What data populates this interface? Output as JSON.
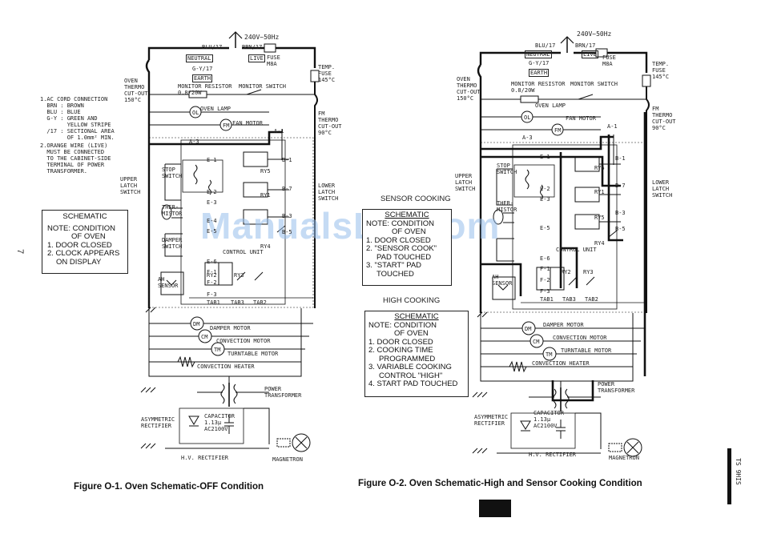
{
  "watermark": "ManualsLib.com",
  "page_mark": "7",
  "side_code": "TS 9HIS",
  "captions": {
    "fig1": "Figure O-1. Oven Schematic-OFF Condition",
    "fig2": "Figure O-2. Oven Schematic-High and Sensor Cooking Condition"
  },
  "notes": {
    "n1": "1.AC CORD CONNECTION\n  BRN : BROWN\n  BLU : BLUE\n  G-Y : GREEN AND\n        YELLOW STRIPE\n  /17 : SECTIONAL AREA\n        OF 1.0mm² MIN.",
    "n2": "2.ORANGE WIRE (LIVE)\n  MUST BE CONNECTED\n  TO THE CABINET-SIDE\n  TERMINAL OF POWER\n  TRANSFORMER."
  },
  "schematic_off": {
    "title": "SCHEMATIC",
    "lines": [
      "NOTE: CONDITION",
      "OF OVEN",
      "1. DOOR CLOSED",
      "2. CLOCK APPEARS",
      "ON DISPLAY"
    ]
  },
  "sensor_cooking": {
    "heading": "SENSOR COOKING",
    "title": "SCHEMATIC",
    "lines": [
      "NOTE: CONDITION",
      "OF OVEN",
      "1. DOOR CLOSED",
      "2. \"SENSOR COOK\"",
      "PAD TOUCHED",
      "3. \"START\" PAD",
      "TOUCHED"
    ]
  },
  "high_cooking": {
    "heading": "HIGH COOKING",
    "title": "SCHEMATIC",
    "lines": [
      "NOTE: CONDITION",
      "OF OVEN",
      "1. DOOR CLOSED",
      "2. COOKING TIME",
      "PROGRAMMED",
      "3. VARIABLE COOKING",
      "CONTROL \"HIGH\"",
      "4. START PAD TOUCHED"
    ]
  },
  "labels": {
    "supply": "240V~50Hz",
    "blu": "BLU/17",
    "brn": "BRN/17",
    "gy": "G-Y/17",
    "neutral": "NEUTRAL",
    "live": "LIVE",
    "earth": "EARTH",
    "fuse": "FUSE\nM8A",
    "temp_fuse": "TEMP.\nFUSE\n145°C",
    "oven_thermo": "OVEN\nTHERMO\nCUT-OUT\n150°C",
    "fm_thermo": "FM\nTHERMO\nCUT-OUT\n90°C",
    "monitor_resistor": "MONITOR RESISTOR\n0.8/20W",
    "monitor_switch": "MONITOR SWITCH",
    "oven_lamp": "OVEN LAMP",
    "fan_motor": "FAN MOTOR",
    "upper_latch": "UPPER\nLATCH\nSWITCH",
    "lower_latch": "LOWER\nLATCH\nSWITCH",
    "stop_switch": "STOP\nSWITCH",
    "thermistor": "THER-\nMISTOR",
    "damper_switch": "DAMPER\nSWITCH",
    "ah_sensor": "AH\nSENSOR",
    "control_unit": "CONTROL UNIT",
    "damper_motor": "DAMPER MOTOR",
    "convection_motor": "CONVECTION MOTOR",
    "turntable_motor": "TURNTABLE MOTOR",
    "convection_heater": "CONVECTION HEATER",
    "power_transformer": "POWER\nTRANSFORMER",
    "asym_rectifier": "ASYMMETRIC\nRECTIFIER",
    "capacitor": "CAPACITOR\n1.13µ\nAC2100V",
    "hv_rectifier": "H.V. RECTIFIER",
    "magnetron": "MAGNETRON",
    "tab1": "TAB1",
    "tab2": "TAB2",
    "tab3": "TAB3",
    "ry1": "RY1",
    "ry2": "RY2",
    "ry3": "RY3",
    "ry4": "RY4",
    "ry5": "RY5",
    "ry6": "RY6",
    "a1": "A-1",
    "a3": "A-3",
    "b1": "B-1",
    "b3": "B-3",
    "b5": "B-5",
    "b7": "B-7",
    "e1": "E-1",
    "e2": "E-2",
    "e3": "E-3",
    "e4": "E-4",
    "e5": "E-5",
    "e6": "E-6",
    "f1": "F-1",
    "f2": "F-2",
    "f3": "F-3",
    "ol": "OL",
    "fm": "FM",
    "dm": "DM",
    "cm": "CM",
    "tm": "TM"
  }
}
